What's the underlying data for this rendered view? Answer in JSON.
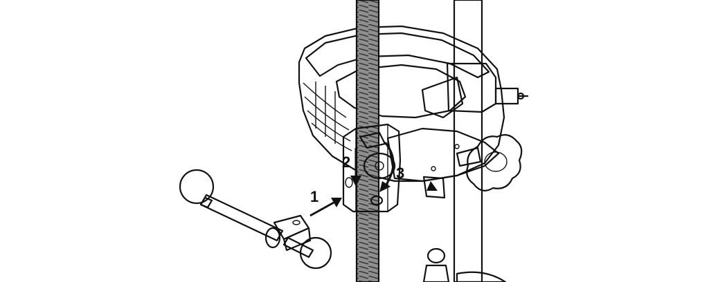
{
  "diagram": {
    "steps": [
      {
        "label": "1"
      },
      {
        "label": "2"
      },
      {
        "label": "3"
      }
    ],
    "colors": {
      "background": "#ffffff",
      "outline": "#111111",
      "rod": "#8a8a8a",
      "rod_light": "#bdbdbd",
      "body": "#e2e2e2",
      "body_shade": "#c9c9c9",
      "highlight": "#f1f1f1",
      "knob": "#6c6c6c",
      "ball": "#777777"
    }
  }
}
